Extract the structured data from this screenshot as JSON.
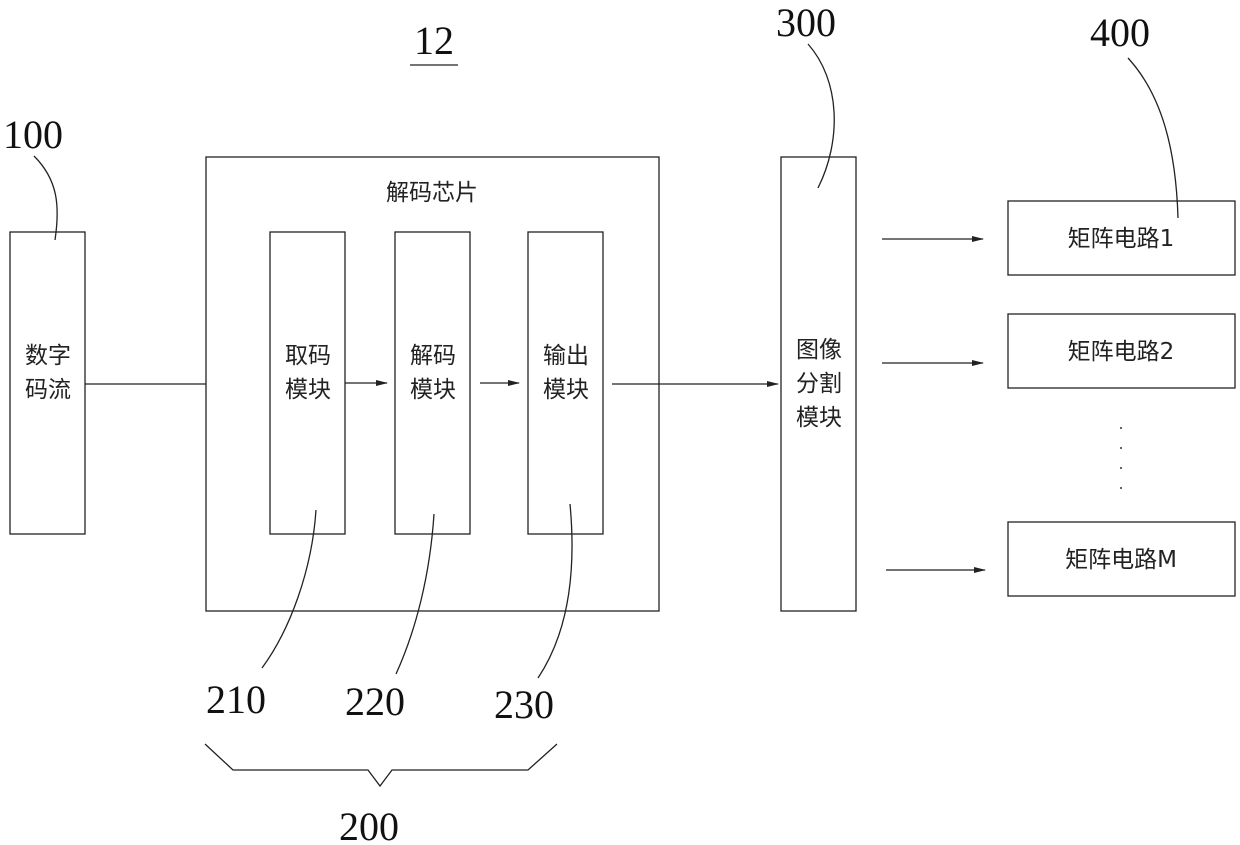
{
  "figure_number": "12",
  "blocks": {
    "bitstream": {
      "ref": "100",
      "line1": "数字",
      "line2": "码流"
    },
    "decoder_chip": {
      "ref": "200",
      "title": "解码芯片"
    },
    "fetch_module": {
      "ref": "210",
      "line1": "取码",
      "line2": "模块"
    },
    "decode_module": {
      "ref": "220",
      "line1": "解码",
      "line2": "模块"
    },
    "output_module": {
      "ref": "230",
      "line1": "输出",
      "line2": "模块"
    },
    "image_split_module": {
      "ref": "300",
      "line1": "图像",
      "line2": "分割",
      "line3": "模块"
    },
    "matrix_circuits": {
      "ref": "400",
      "items": [
        "矩阵电路1",
        "矩阵电路2",
        "矩阵电路M"
      ]
    }
  }
}
